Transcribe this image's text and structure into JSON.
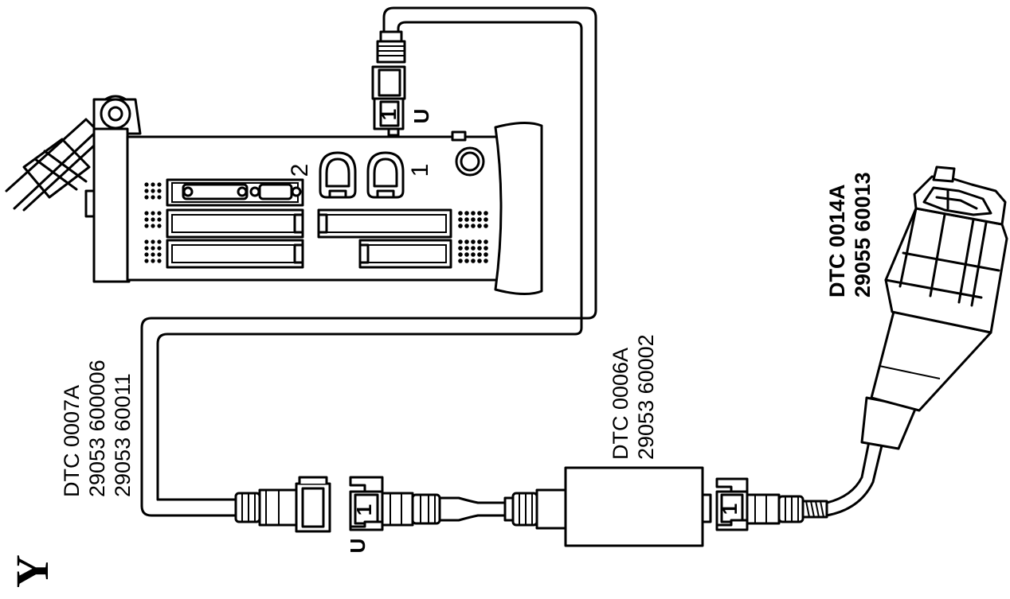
{
  "figure_marker": "Y",
  "cables": [
    {
      "id": "dtc-0007a",
      "lines": [
        "DTC 0007A",
        "29053 600006",
        "29053  60011"
      ]
    },
    {
      "id": "dtc-0006a",
      "lines": [
        "DTC 0006A",
        "29053 60002"
      ]
    },
    {
      "id": "dtc-0014a",
      "lines": [
        "DTC 0014A",
        "29055 60013"
      ]
    }
  ],
  "ports": {
    "port_1": "1",
    "port_2": "2"
  },
  "connector_marks": {
    "num": "1",
    "letter": "U"
  }
}
